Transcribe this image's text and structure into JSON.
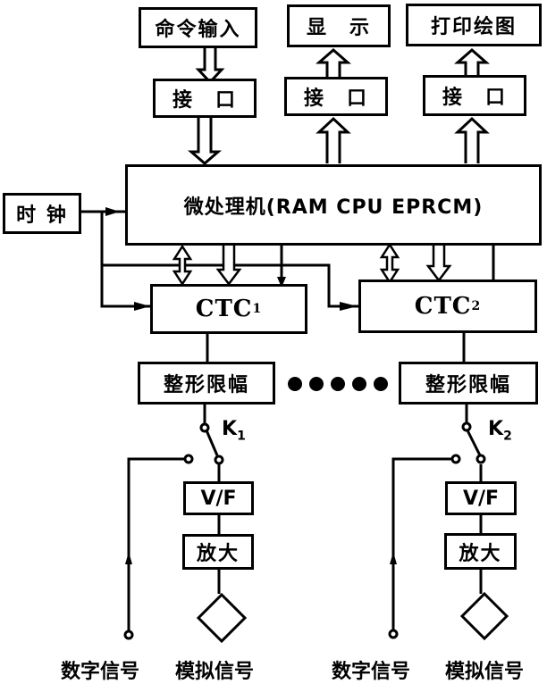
{
  "top": {
    "command_input": "命令输入",
    "display": "显　示",
    "print_plot": "打印绘图"
  },
  "interfaces": [
    "接　口",
    "接　口",
    "接　口"
  ],
  "clock": "时 钟",
  "microcomputer": "微处理机(RAM  CPU  EPRCM)",
  "ctc": [
    {
      "name": "CTC",
      "sub": "1"
    },
    {
      "name": "CTC",
      "sub": "2"
    }
  ],
  "shaper": [
    "整形限幅",
    "整形限幅"
  ],
  "switches": [
    {
      "name": "K",
      "sub": "1"
    },
    {
      "name": "K",
      "sub": "2"
    }
  ],
  "vf": [
    "V/F",
    "V/F"
  ],
  "amp": [
    "放大",
    "放大"
  ],
  "bottom_labels": {
    "digital": [
      "数字信号",
      "数字信号"
    ],
    "analog": [
      "模拟信号",
      "模拟信号"
    ]
  }
}
